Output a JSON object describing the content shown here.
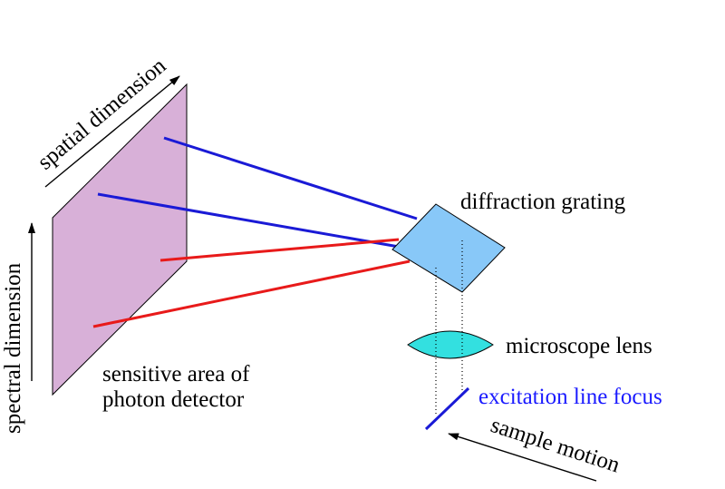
{
  "labels": {
    "spatial_dimension": "spatial dimension",
    "spectral_dimension": "spectral dimension",
    "diffraction_grating": "diffraction grating",
    "microscope_lens": "microscope lens",
    "excitation_line_focus": "excitation line focus",
    "sample_motion": "sample motion",
    "sensitive_area_line1": "sensitive area of",
    "sensitive_area_line2": "photon detector"
  },
  "colors": {
    "detector_fill": "#d8b0d8",
    "grating_fill": "#88c8f8",
    "lens_fill": "#33e0e0",
    "blue_ray": "#1a1ad6",
    "red_ray": "#e81a1a",
    "excitation_text": "#1a1aff",
    "outline": "#000000"
  }
}
